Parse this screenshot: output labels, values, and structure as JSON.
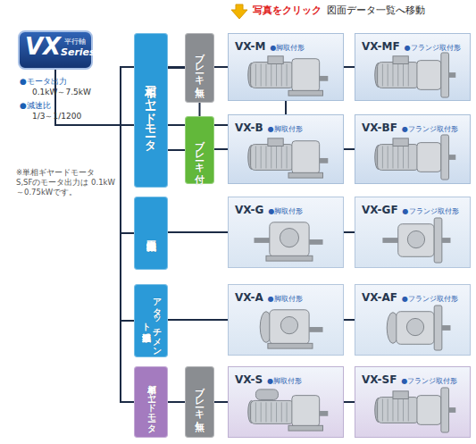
{
  "diagram": {
    "nodes": [
      {
        "text": [
          "VX",
          "平行軸",
          "Series"
        ]
      },
      {
        "text": [
          "三相ギヤードモータ"
        ]
      },
      {
        "text": [
          "ブレーキ無し"
        ]
      },
      {
        "text": [
          "VX-M",
          "●脚取付形"
        ]
      },
      {
        "text": [
          "VX-MF",
          "●フランジ取付形"
        ]
      },
      {
        "text": [
          "ブレーキ付"
        ]
      },
      {
        "text": [
          "VX-B",
          "●脚取付形"
        ]
      },
      {
        "text": [
          "VX-BF",
          "●フランジ取付形"
        ]
      },
      {
        "text": [
          "両軸形減速機"
        ]
      },
      {
        "text": [
          "VX-G",
          "●脚取付形"
        ]
      },
      {
        "text": [
          "VX-GF",
          "●フランジ取付形"
        ]
      },
      {
        "text": [
          "アタッチメント形減速機"
        ]
      },
      {
        "text": [
          "VX-A",
          "●脚取付形"
        ]
      },
      {
        "text": [
          "VX-AF",
          "●フランジ取付形"
        ]
      },
      {
        "text": [
          "単相ギヤードモータ"
        ]
      },
      {
        "text": [
          "ブレーキ無し"
        ]
      },
      {
        "text": [
          "VX-S",
          "●脚取付形"
        ]
      },
      {
        "text": [
          "VX-SF",
          "●フランジ取付形"
        ]
      }
    ],
    "edges": [
      {
        "from": 0,
        "to": 1,
        "arrow": "none"
      },
      {
        "from": 0,
        "to": 8,
        "arrow": "none"
      },
      {
        "from": 0,
        "to": 11,
        "arrow": "none"
      },
      {
        "from": 0,
        "to": 14,
        "arrow": "none"
      },
      {
        "from": 1,
        "to": 2,
        "arrow": "none"
      },
      {
        "from": 1,
        "to": 5,
        "arrow": "none"
      },
      {
        "from": 2,
        "to": 3,
        "arrow": "none"
      },
      {
        "from": 3,
        "to": 4,
        "arrow": "none"
      },
      {
        "from": 5,
        "to": 6,
        "arrow": "none"
      },
      {
        "from": 6,
        "to": 7,
        "arrow": "none"
      },
      {
        "from": 8,
        "to": 9,
        "arrow": "none"
      },
      {
        "from": 9,
        "to": 10,
        "arrow": "none"
      },
      {
        "from": 11,
        "to": 12,
        "arrow": "none"
      },
      {
        "from": 12,
        "to": 13,
        "arrow": "none"
      },
      {
        "from": 14,
        "to": 15,
        "arrow": "none"
      },
      {
        "from": 15,
        "to": 16,
        "arrow": "none"
      },
      {
        "from": 16,
        "to": 17,
        "arrow": "none"
      }
    ],
    "labels": [
      "写真をクリック",
      "図面データ一覧へ移動",
      "●モータ出力",
      "0.1kW～7.5kW",
      "●減速比",
      "1/3～1/1200",
      "※単相ギヤードモータ S,SFのモータ出力は 0.1kW～0.75kWです。"
    ]
  }
}
